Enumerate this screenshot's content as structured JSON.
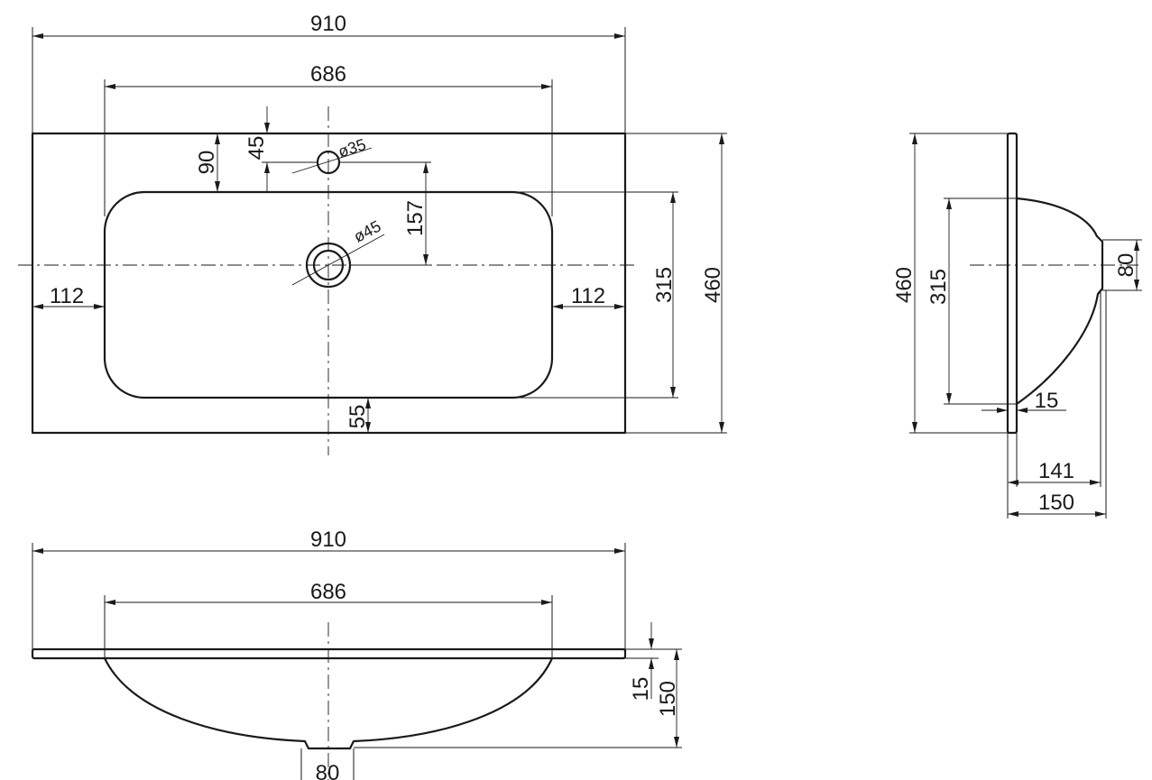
{
  "top_view": {
    "overall_width": "910",
    "basin_width": "686",
    "tap_hole_diameter": "ø35",
    "tap_hole_offset": "45",
    "tap_to_basin": "90",
    "drain_diameter": "ø45",
    "tap_to_drain": "157",
    "side_margin_left": "112",
    "side_margin_right": "112",
    "basin_depth": "315",
    "overall_depth": "460",
    "front_margin": "55"
  },
  "front_view": {
    "overall_width": "910",
    "basin_width": "686",
    "slab_thickness": "15",
    "total_height": "150",
    "drain_width": "80"
  },
  "side_view": {
    "overall_depth": "460",
    "basin_depth": "315",
    "drain_height": "80",
    "slab_thickness": "15",
    "bowl_depth": "141",
    "total_height": "150"
  }
}
